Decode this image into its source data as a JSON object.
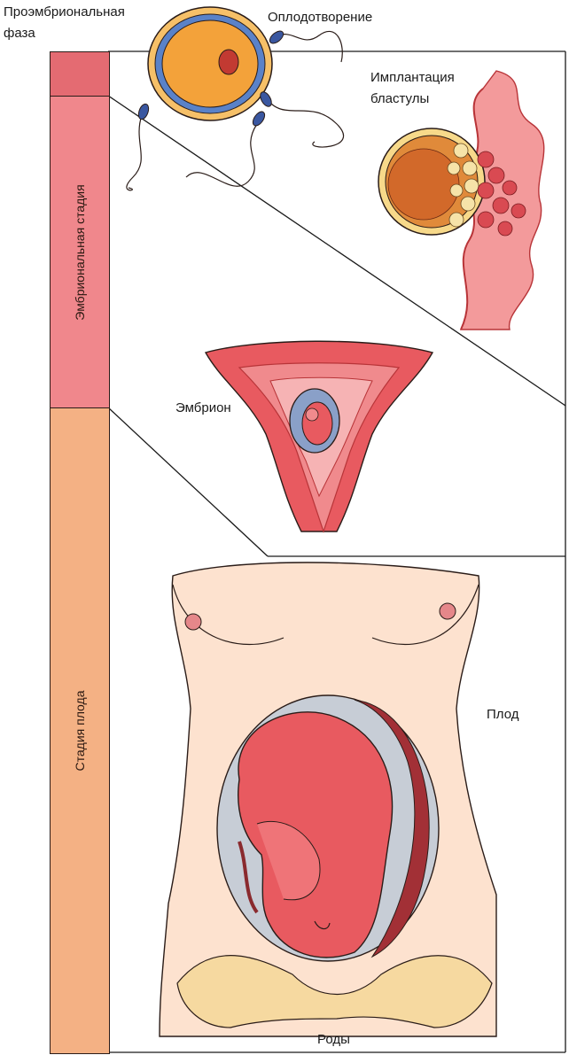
{
  "labels": {
    "proembryonic": [
      "Проэмбриональная",
      "фаза"
    ],
    "fertilization": "Оплодотворение",
    "implantation": [
      "Имплантация",
      "бластулы"
    ],
    "embryo": "Эмбрион",
    "fetus": "Плод",
    "birth": "Роды"
  },
  "stages": [
    {
      "label": "",
      "color": "#e46b72"
    },
    {
      "label": "Эмбриональная стадия",
      "color": "#f0878c"
    },
    {
      "label": "Стадия плода",
      "color": "#f4b184"
    }
  ],
  "colors": {
    "skin": "#fde2cf",
    "tissue": "#e85a60",
    "dark_red": "#b83438",
    "egg": "#f3a23a",
    "egg_ring": "#5a82c8",
    "outline": "#2a1c18"
  }
}
